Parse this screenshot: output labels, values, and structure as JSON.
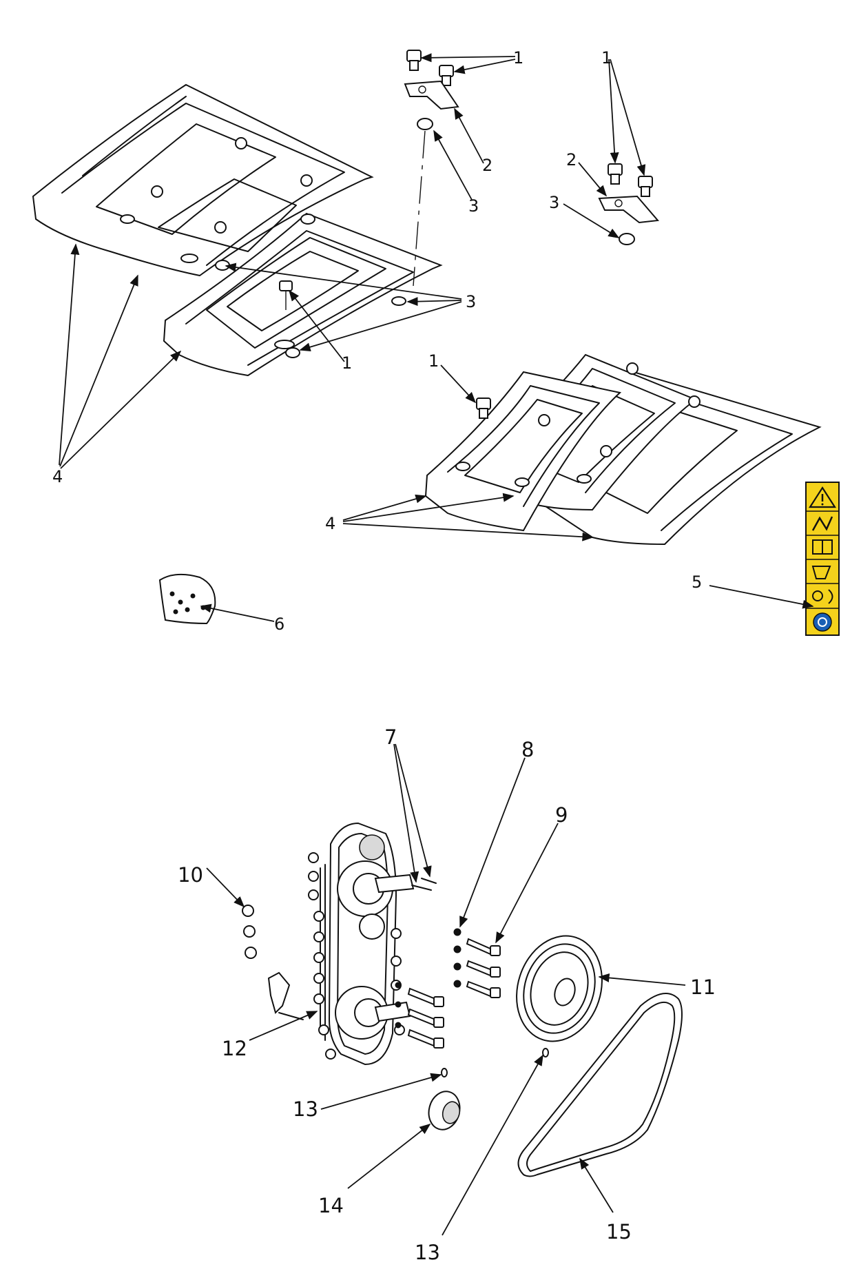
{
  "callouts": {
    "c1a": "1",
    "c1b": "1",
    "c1c": "1",
    "c1d": "1",
    "c2a": "2",
    "c2b": "2",
    "c3a": "3",
    "c3b": "3",
    "c3c": "3",
    "c4a": "4",
    "c4b": "4",
    "c5": "5",
    "c6": "6",
    "c7": "7",
    "c8": "8",
    "c9": "9",
    "c10": "10",
    "c11": "11",
    "c12": "12",
    "c13a": "13",
    "c13b": "13",
    "c14": "14",
    "c15": "15"
  },
  "colors": {
    "line": "#111111",
    "label_yellow": "#f4d21c",
    "label_blue": "#1a5fb4"
  }
}
